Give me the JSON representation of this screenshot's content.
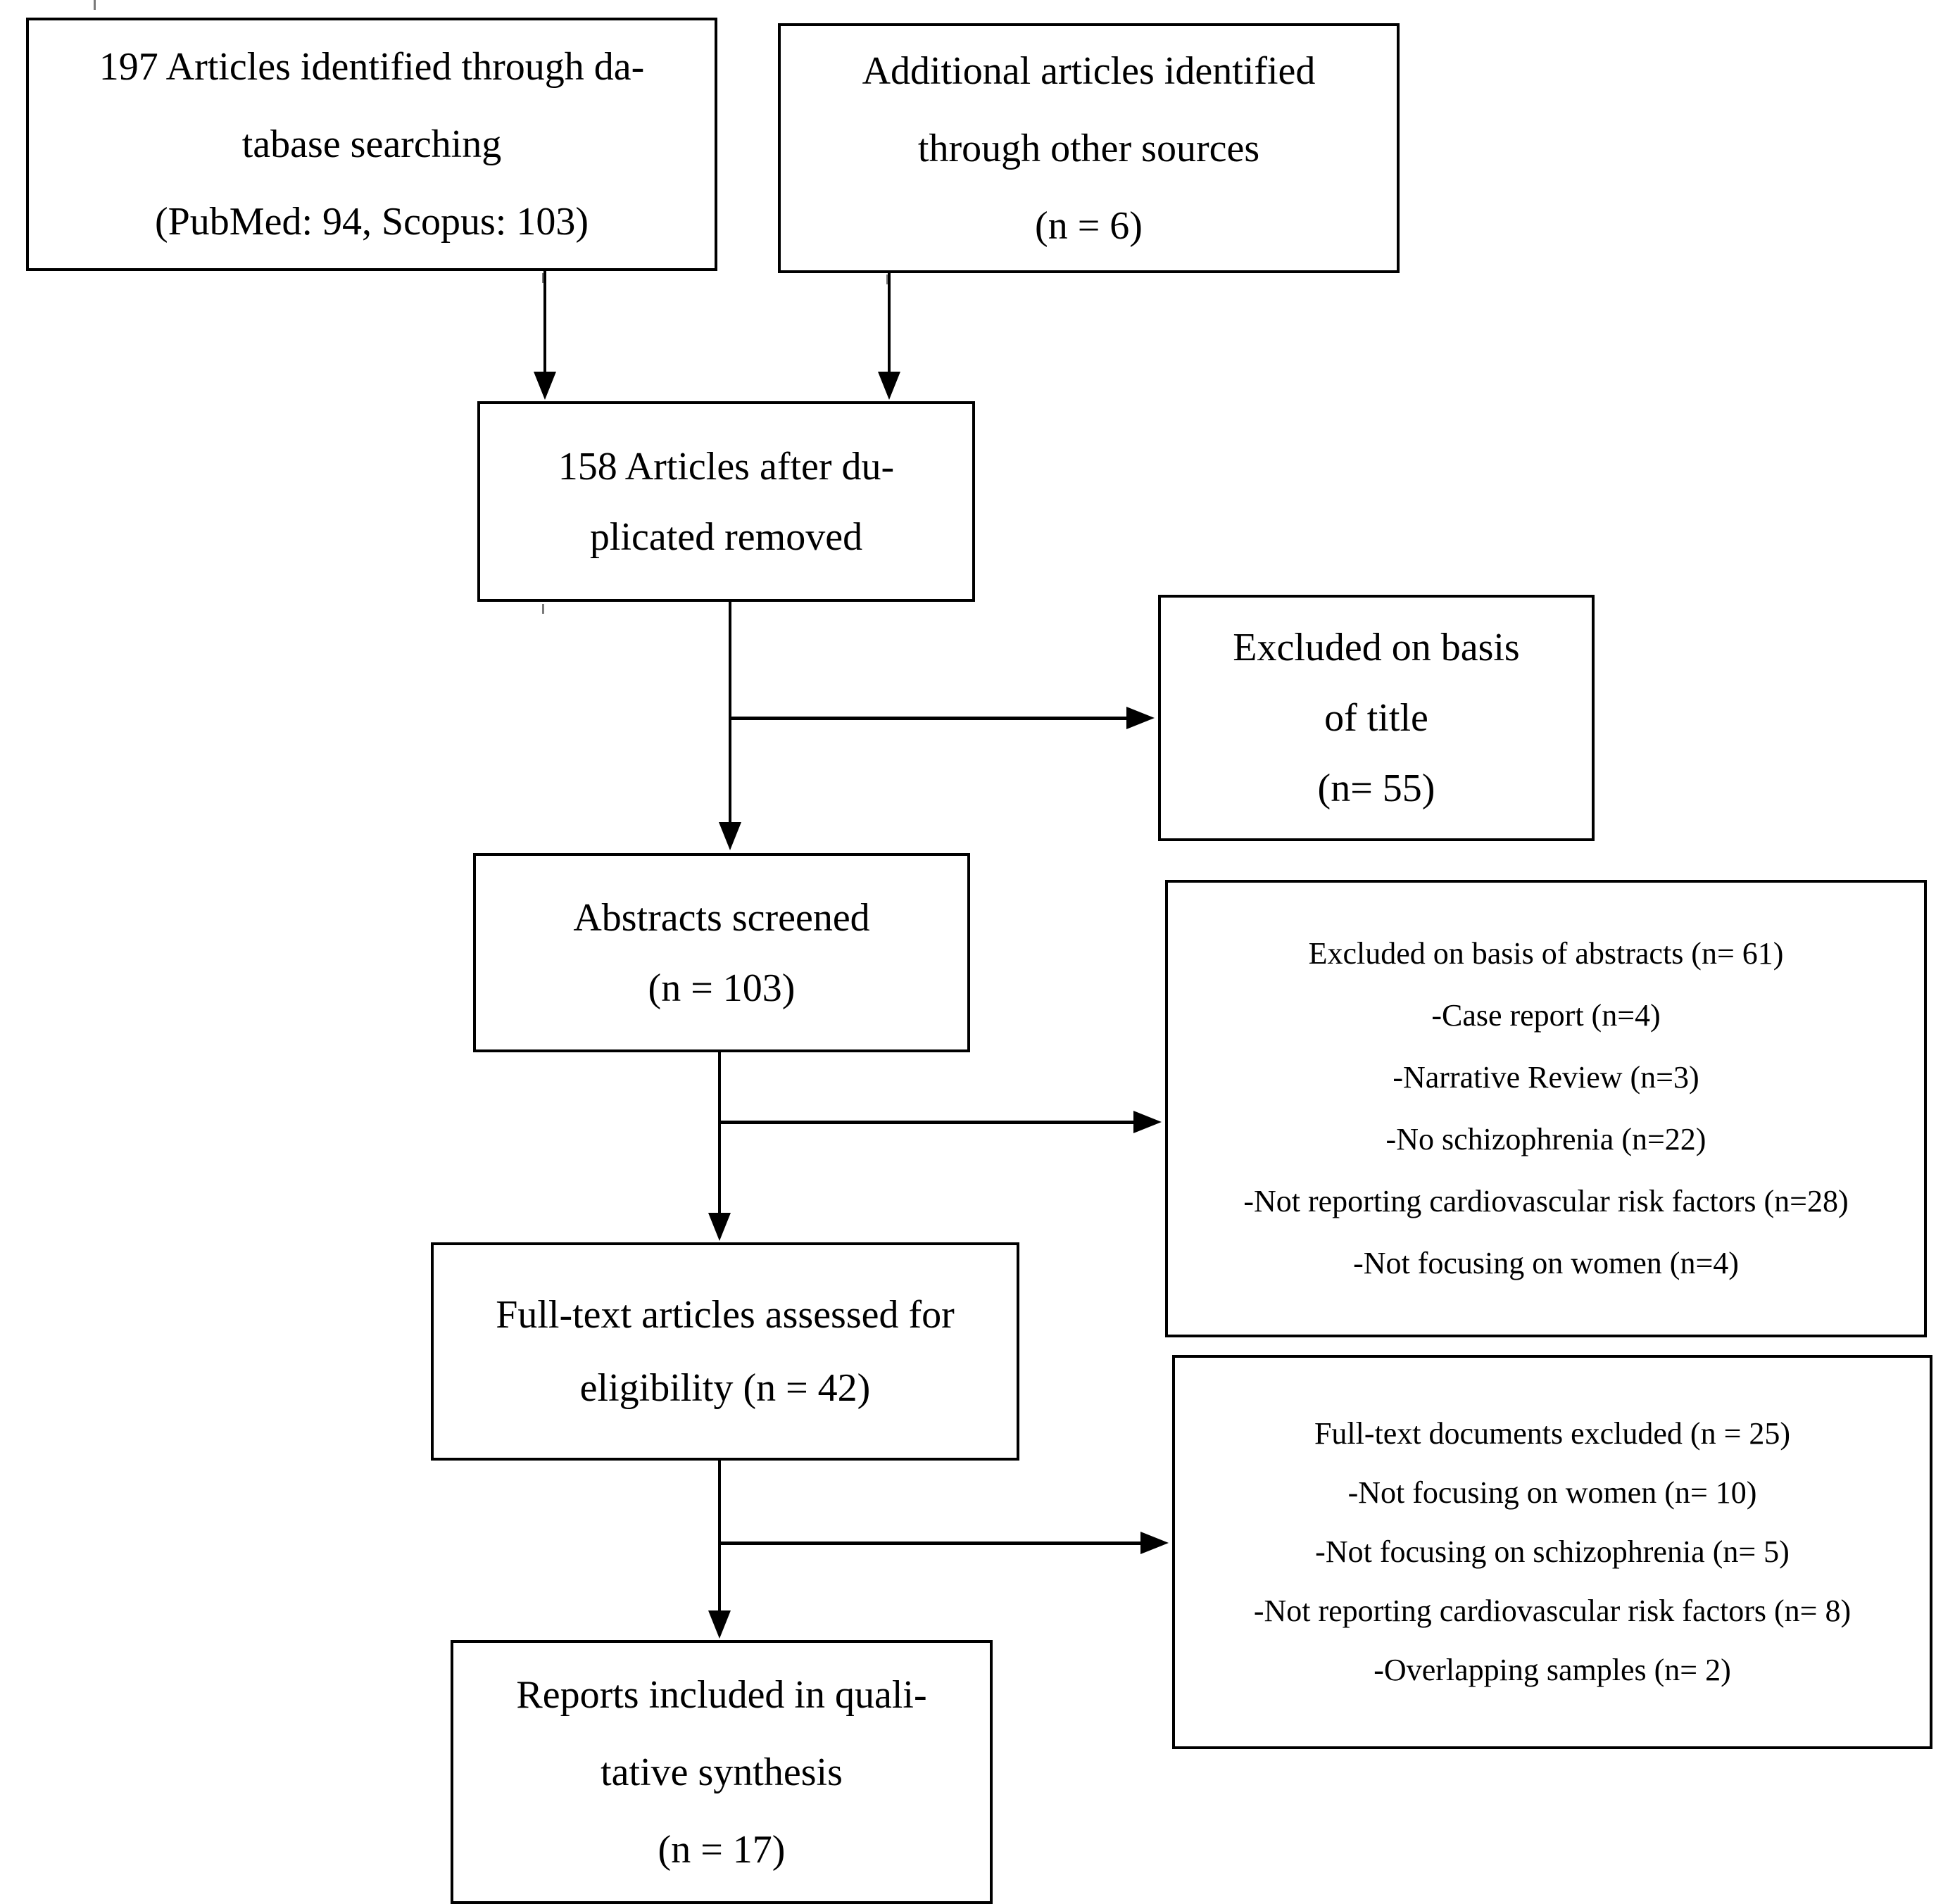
{
  "diagram": {
    "type": "prisma-flow-diagram",
    "background_color": "#ffffff",
    "line_color": "#000000",
    "boxes": {
      "db_search": {
        "lines": [
          "197 Articles identified through da-",
          "tabase searching",
          "(PubMed: 94, Scopus: 103)"
        ]
      },
      "other_sources": {
        "lines": [
          "Additional articles identified",
          "through other sources",
          "(n = 6)"
        ]
      },
      "dedup": {
        "lines": [
          "158 Articles after du-",
          "plicated removed"
        ]
      },
      "excluded_title": {
        "lines": [
          "Excluded on basis",
          "of title",
          "(n= 55)"
        ]
      },
      "abstracts_screened": {
        "lines": [
          "Abstracts screened",
          "(n = 103)"
        ]
      },
      "excluded_abstracts": {
        "lines": [
          "Excluded on basis of abstracts (n= 61)",
          "-Case report (n=4)",
          "-Narrative Review (n=3)",
          "-No schizophrenia (n=22)",
          "-Not reporting cardiovascular risk factors (n=28)",
          "-Not focusing on women (n=4)"
        ]
      },
      "fulltext_assessed": {
        "lines": [
          "Full-text articles assessed for",
          "eligibility (n = 42)"
        ]
      },
      "excluded_fulltext": {
        "lines": [
          "Full-text documents excluded (n = 25)",
          "-Not focusing on women (n= 10)",
          "-Not focusing on schizophrenia (n= 5)",
          "-Not reporting cardiovascular risk factors (n= 8)",
          "-Overlapping samples (n= 2)"
        ]
      },
      "included_qualitative": {
        "lines": [
          "Reports included in quali-",
          "tative synthesis",
          "(n = 17)"
        ]
      }
    },
    "connectors": [
      {
        "name": "db-search-to-dedup",
        "kind": "arrow-down"
      },
      {
        "name": "other-sources-to-dedup",
        "kind": "arrow-down"
      },
      {
        "name": "dedup-to-abstracts",
        "kind": "arrow-down"
      },
      {
        "name": "dedup-to-excluded-title",
        "kind": "arrow-right"
      },
      {
        "name": "abstracts-to-fulltext",
        "kind": "arrow-down"
      },
      {
        "name": "abstracts-to-excluded-abstracts",
        "kind": "arrow-right"
      },
      {
        "name": "fulltext-to-included",
        "kind": "arrow-down"
      },
      {
        "name": "fulltext-to-excluded-fulltext",
        "kind": "arrow-right"
      }
    ]
  }
}
